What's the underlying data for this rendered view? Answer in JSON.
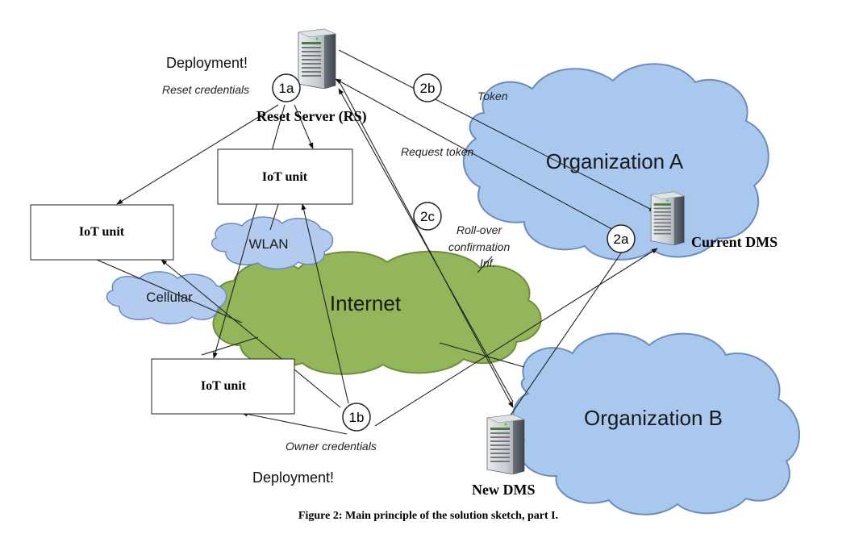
{
  "labels": {
    "deployment_top": "Deployment!",
    "deployment_bottom": "Deployment!",
    "reset_credentials": "Reset credentials",
    "reset_server": "Reset Server (RS)",
    "token": "Token",
    "request_token": "Request token",
    "rollover_line1": "Roll-over",
    "rollover_line2": "confirmation",
    "rollover_line3": "Inf.",
    "owner_credentials": "Owner credentials",
    "current_dms": "Current DMS",
    "new_dms": "New DMS"
  },
  "clouds": {
    "org_a": "Organization A",
    "org_b": "Organization B",
    "internet": "Internet",
    "wlan": "WLAN",
    "cellular": "Cellular"
  },
  "boxes": {
    "iot_top": "IoT unit",
    "iot_left": "IoT unit",
    "iot_bottom": "IoT unit"
  },
  "steps": {
    "s1a": "1a",
    "s1b": "1b",
    "s2a": "2a",
    "s2b": "2b",
    "s2c": "2c"
  },
  "caption": "Figure 2: Main principle of the solution sketch, part I.",
  "colors": {
    "org_cloud_fill": "#a9c8ee",
    "internet_fill": "#92b659",
    "small_cloud_fill": "#b3cbee",
    "cloud_stroke": "#6b8cbf",
    "internet_stroke": "#6f8f3e"
  }
}
